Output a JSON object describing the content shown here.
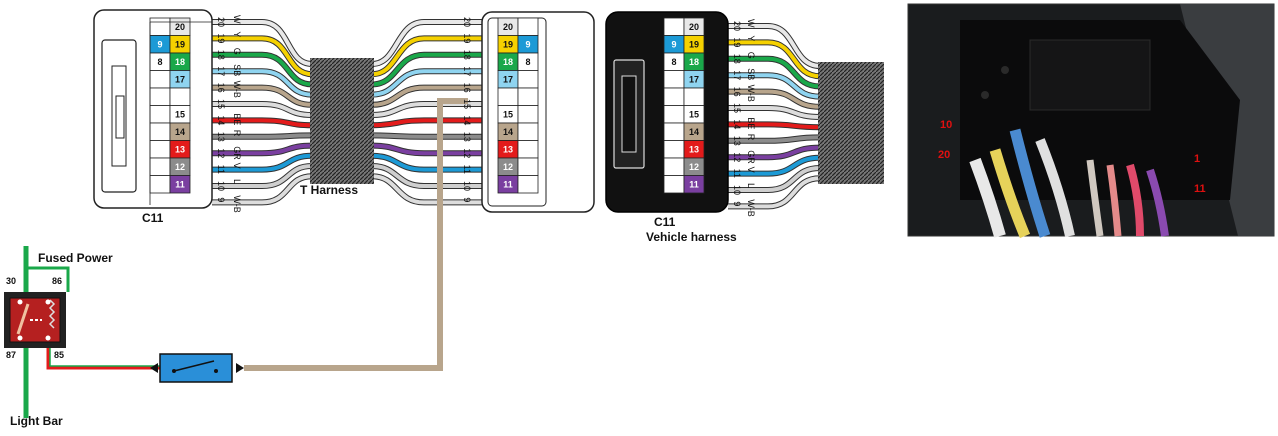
{
  "diagram": {
    "connectors": {
      "left_label": "C11",
      "vehicle_label": "C11",
      "vehicle_sublabel": "Vehicle harness",
      "t_harness_label": "T Harness"
    },
    "relay": {
      "fused_power": "Fused Power",
      "light_bar": "Light Bar",
      "terminals": [
        "30",
        "86",
        "87",
        "85"
      ]
    },
    "photo_pins": [
      "10",
      "20",
      "1",
      "11"
    ],
    "wires": [
      {
        "pin": "20",
        "code": "W",
        "color": "#e8e8e8"
      },
      {
        "pin": "19",
        "code": "Y",
        "color": "#f5d100"
      },
      {
        "pin": "18",
        "code": "G",
        "color": "#1aa84a"
      },
      {
        "pin": "17",
        "code": "SB",
        "color": "#8fd4f0"
      },
      {
        "pin": "16",
        "code": "W-B",
        "color": "#b8a58c"
      },
      {
        "pin": "15",
        "code": "",
        "color": "#ffffff"
      },
      {
        "pin": "14",
        "code": "BE",
        "color": "#e31b1b"
      },
      {
        "pin": "13",
        "code": "R",
        "color": "#8c8c8c"
      },
      {
        "pin": "12",
        "code": "GR",
        "color": "#7a3fa0"
      },
      {
        "pin": "11",
        "code": "V",
        "color": "#1c9ad6"
      },
      {
        "pin": "10",
        "code": "L",
        "color": "#cfcfcf"
      },
      {
        "pin": "9",
        "code": "W-B",
        "color": "#dddddd"
      }
    ],
    "left_grid": [
      {
        "a": "",
        "b": "20"
      },
      {
        "a": "9",
        "b": "19"
      },
      {
        "a": "8",
        "b": "18"
      },
      {
        "a": "",
        "b": "17"
      },
      {
        "a": "",
        "b": ""
      },
      {
        "a": "",
        "b": "15"
      },
      {
        "a": "",
        "b": "14"
      },
      {
        "a": "",
        "b": "13"
      },
      {
        "a": "",
        "b": "12"
      },
      {
        "a": "",
        "b": "11"
      }
    ],
    "mid_grid": [
      {
        "a": "20",
        "b": ""
      },
      {
        "a": "19",
        "b": "9"
      },
      {
        "a": "18",
        "b": "8"
      },
      {
        "a": "17",
        "b": ""
      },
      {
        "a": "",
        "b": ""
      },
      {
        "a": "15",
        "b": ""
      },
      {
        "a": "14",
        "b": ""
      },
      {
        "a": "13",
        "b": ""
      },
      {
        "a": "12",
        "b": ""
      },
      {
        "a": "11",
        "b": ""
      }
    ]
  }
}
